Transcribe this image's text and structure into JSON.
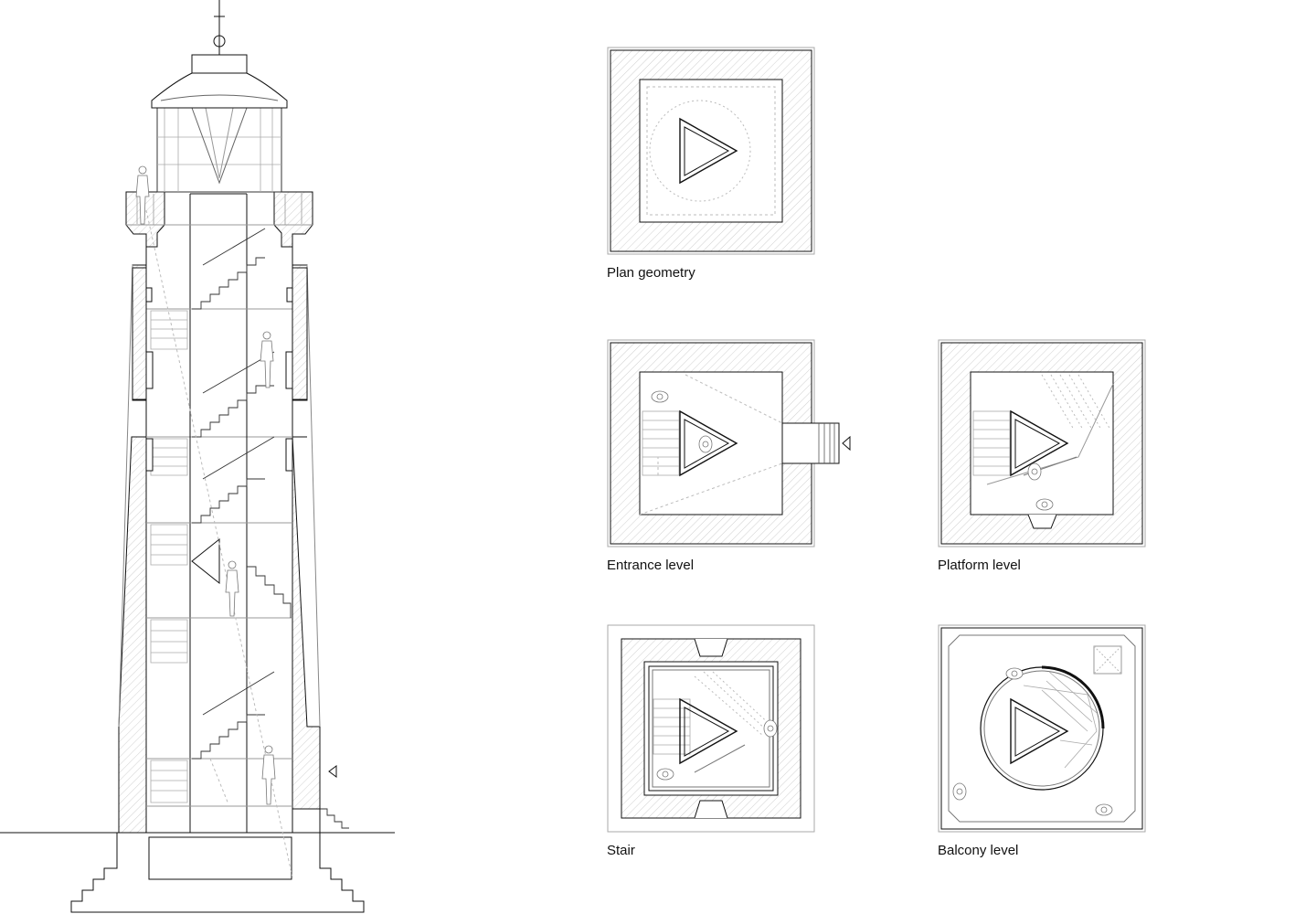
{
  "captions": {
    "plan_geometry": "Plan geometry",
    "entrance_level": "Entrance level",
    "platform_level": "Platform level",
    "stair": "Stair",
    "balcony_level": "Balcony level"
  },
  "colors": {
    "line": "#111111",
    "light_line": "#9a9a9a",
    "hatch": "#c8c8c8",
    "background": "#ffffff"
  },
  "icons": {
    "entrance_marker": "triangle-arrow-icon",
    "core": "triangle-core-icon"
  }
}
